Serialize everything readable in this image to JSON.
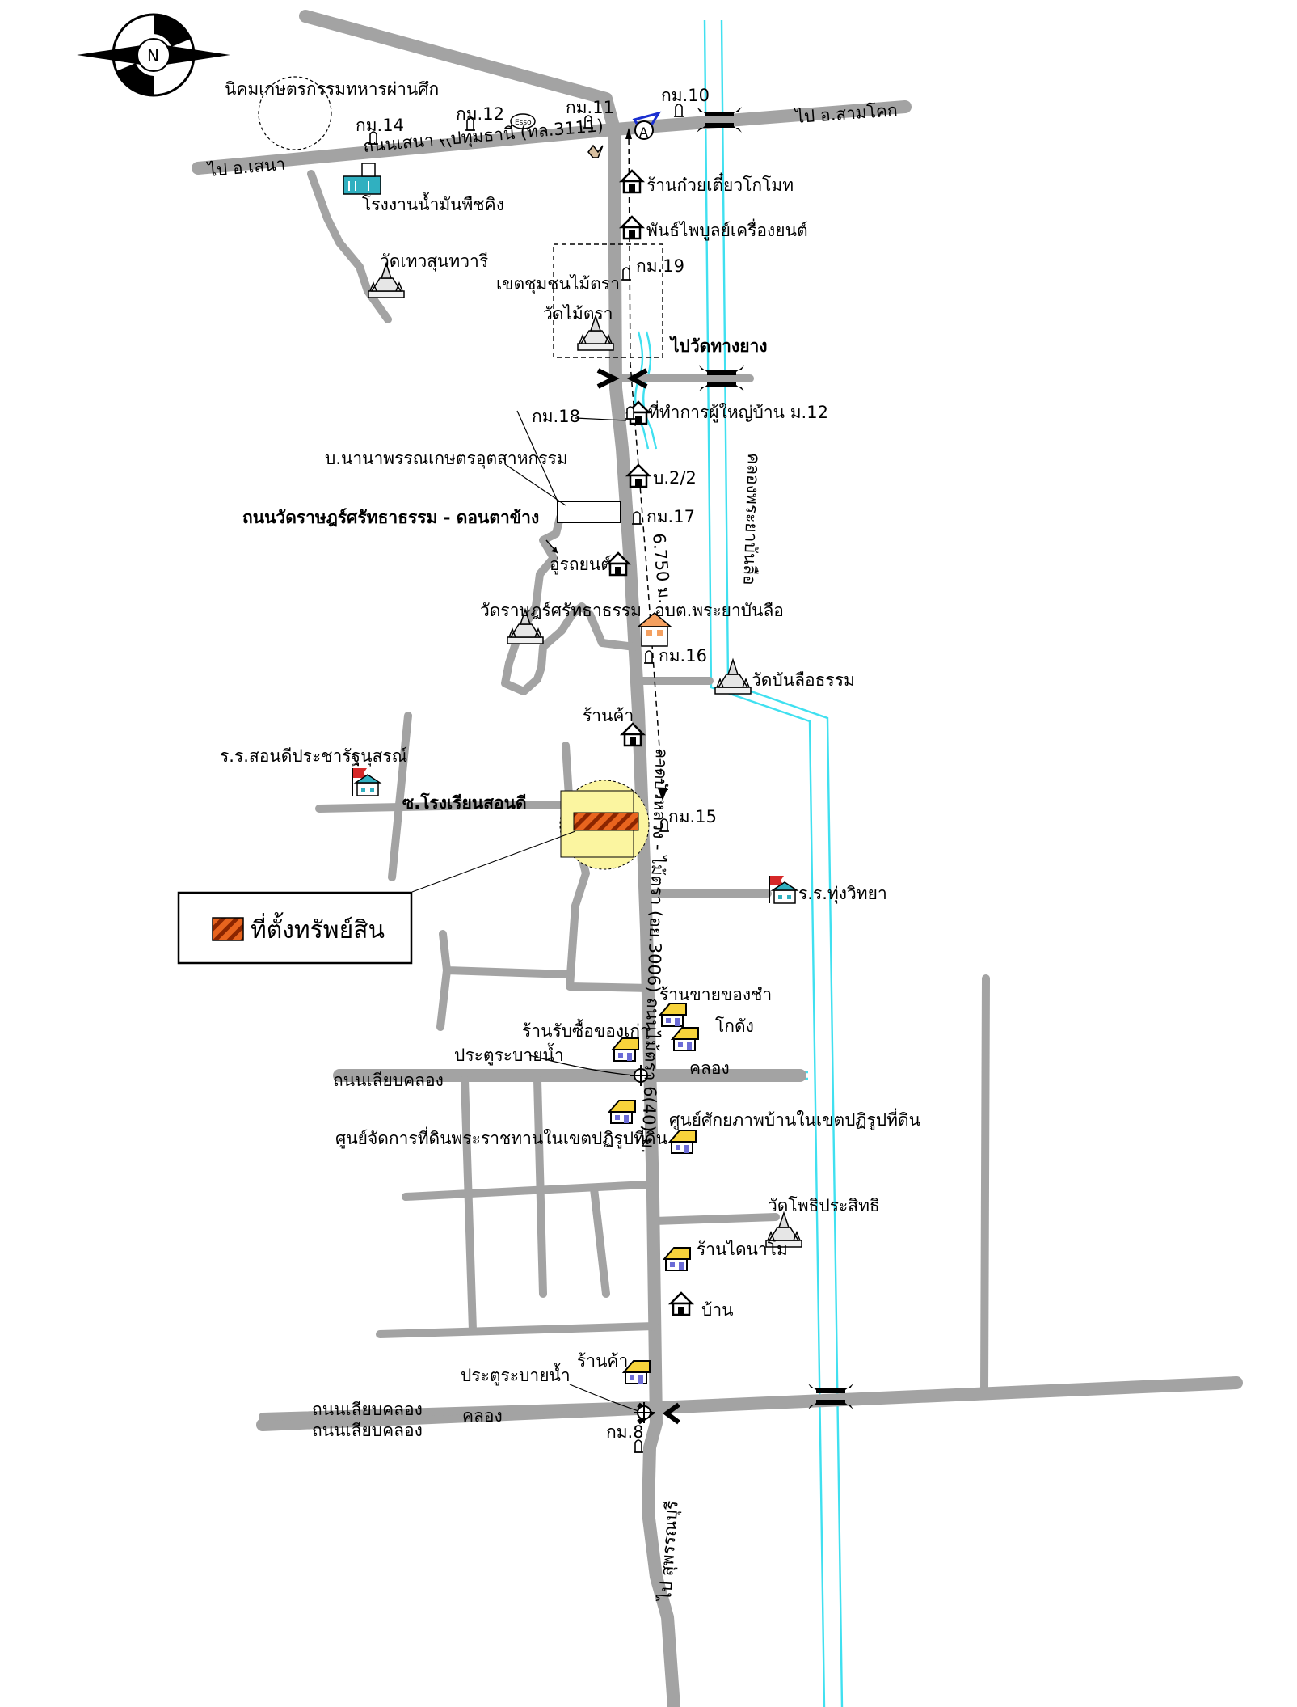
{
  "labels": {
    "nikhom": "นิคมเกษตรกรรมทหารผ่านศึก",
    "to_sena": "ไป อ.เสนา",
    "to_sam_khok": "ไป อ.สามโคก",
    "road_sena_pathum": "ถนนเสนา - ปทุมธานี (ทล.3111)",
    "km14": "กม.14",
    "km12": "กม.12",
    "km11": "กม.11",
    "km10": "กม.10",
    "km19": "กม.19",
    "km18": "กม.18",
    "km17": "กม.17",
    "km16": "กม.16",
    "km15": "กม.15",
    "km8": "กม.8",
    "esso": "Esso",
    "oil_plant": "โรงงานน้ำมันพืชคิง",
    "wat_thewasuntharawari": "วัดเทวสุนทวารี",
    "noodle_shop": "ร้านก๋วยเตี๋ยวโกโมท",
    "engine_shop": "พันธ์ไพบูลย์เครื่องยนต์",
    "mai_tra_zone": "เขตชุมชนไม้ตรา",
    "wat_mai_tra": "วัดไม้ตรา",
    "to_wat_thang_yang": "ไปวัดทางยาง",
    "village_head_office": "ที่ทำการผู้ใหญ่บ้าน ม.12",
    "nanaphan_company": "บ.นานาพรรณเกษตรอุตสาหกรรม",
    "house_2_2": "บ.2/2",
    "road_wat_ratsattha": "ถนนวัดราษฎร์ศรัทธาธรรม - ดอนตาข้าง",
    "distance": "6.750 ม.",
    "canal_phraya_banlue": "คลองพระยาบันลือ",
    "garage": "อู่รถยนต์",
    "wat_ratsattha": "วัดราษฎร์ศรัทธาธรรม",
    "obt_office": "อบต.พระยาบันลือ",
    "wat_banlue": "วัดบันลือธรรม",
    "shop": "ร้านค้า",
    "school_sondi": "ร.ร.สอนดีประชารัฐนุสรณ์",
    "soi_sondi": "ซ.โรงเรียนสอนดี",
    "main_road": "ลาดบัวหลวง - ไม้ตรา (อย.3006) ถนนไม้ตรา 6(40) ม.",
    "school_thung": "ร.ร.ทุ่งวิทยา",
    "legend": "ที่ตั้งทรัพย์สิน",
    "grocery": "ร้านขายของชำ",
    "warehouse": "โกดัง",
    "scrap_shop": "ร้านรับซื้อของเก่า",
    "sluice": "ประตูระบายน้ำ",
    "canal_road": "ถนนเลียบคลอง",
    "canal": "คลอง",
    "housing_center": "ศูนย์ศักยภาพบ้านในเขตปฏิรูปที่ดิน",
    "land_center": "ศูนย์จัดการที่ดินพระราชทานในเขตปฏิรูปที่ดิน",
    "wat_pho": "วัดโพธิประสิทธิ",
    "dynamo_shop": "ร้านไดนาโม",
    "house": "บ้าน",
    "shop2": "ร้านค้า",
    "sluice2": "ประตูระบายน้ำ",
    "canal_road2": "ถนนเลียบคลอง",
    "canal_road3": "ถนนเลียบคลอง",
    "canal2": "คลอง",
    "to_suphanburi": "ไป สุพรรณบุรี",
    "a_marker": "A",
    "compass_n": "N"
  },
  "colors": {
    "road": "#a3a3a3",
    "canal": "#40e0f0",
    "property_fill": "#e8641e",
    "property_hatch": "#8b2500",
    "site_circle": "#fbf5a0",
    "marker_blue": "#1a2fd0"
  },
  "icons": [
    "compass-icon",
    "house-icon",
    "temple-icon",
    "km-post-icon",
    "bridge-icon",
    "factory-icon",
    "school-flag-icon",
    "office-icon",
    "gas-station-icon",
    "junction-icon"
  ]
}
